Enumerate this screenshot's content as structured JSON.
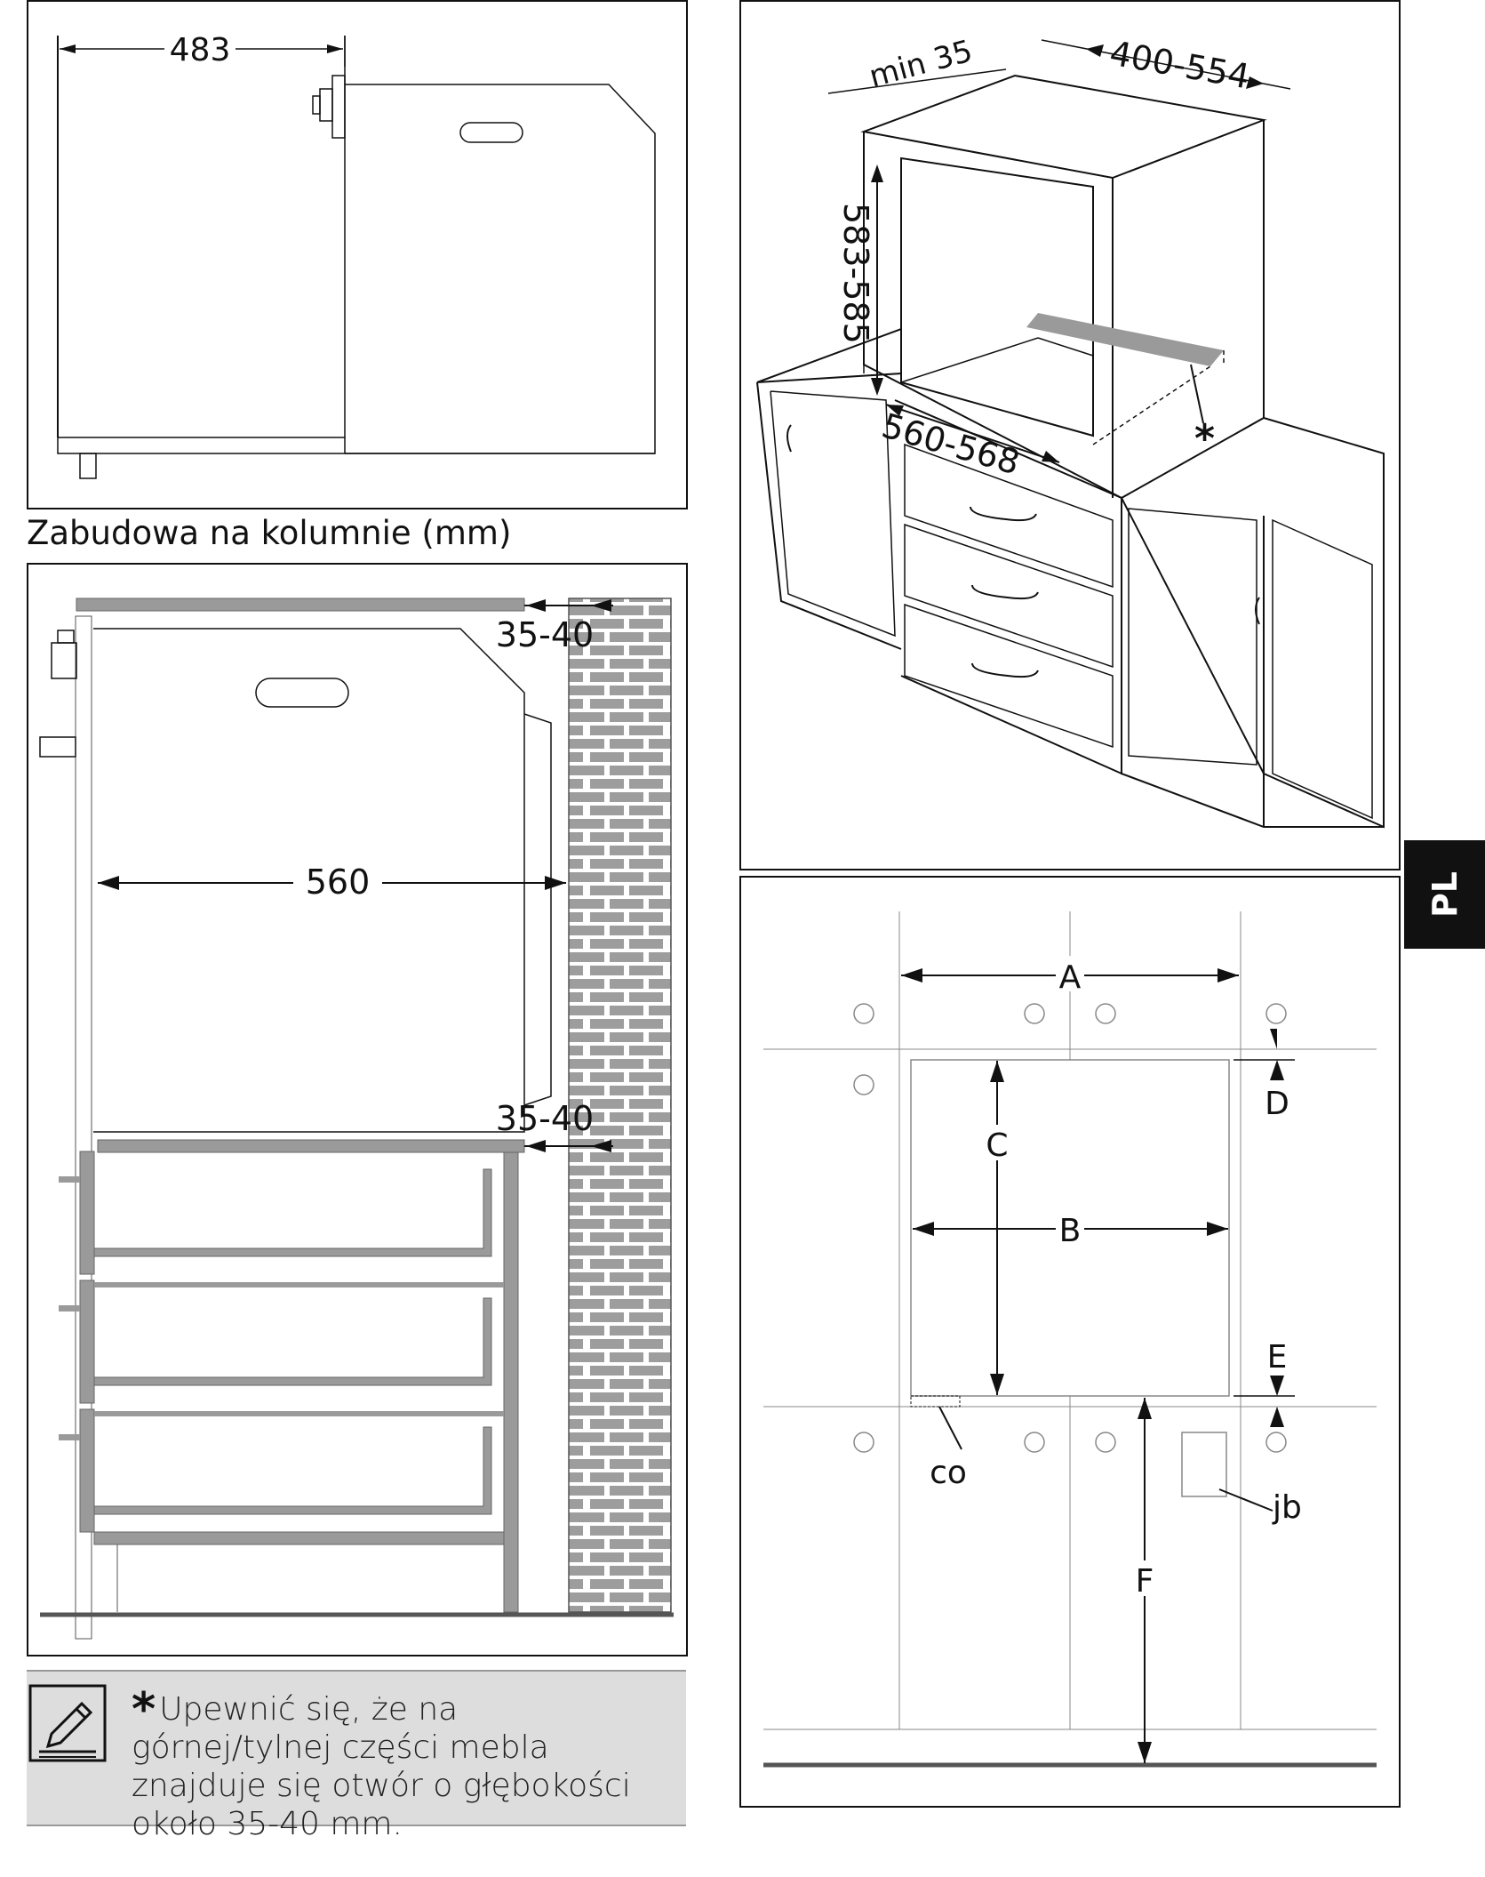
{
  "section_caption": "Zabudowa na kolumnie (mm)",
  "top_left": {
    "dim_width": "483"
  },
  "column_view": {
    "dim_top_gap": "35-40",
    "dim_width": "560",
    "dim_mid_gap": "35-40"
  },
  "iso_view": {
    "dim_min": "min 35",
    "dim_depth": "400-554",
    "dim_height": "583-585",
    "dim_width": "560-568",
    "asterisk": "*"
  },
  "layout_view": {
    "label_a": "A",
    "label_b": "B",
    "label_c": "C",
    "label_d": "D",
    "label_e": "E",
    "label_f": "F",
    "label_co": "co",
    "label_jb": "jb"
  },
  "note": {
    "star": "*",
    "text": "Upewnić się, że na górnej/tylnej części mebla znajduje się otwór o głębokości około 35-40 mm.",
    "icon": "pencil-note-icon"
  },
  "language_tab": "PL",
  "colors": {
    "line": "#111111",
    "gray_shelf": "#9a9a9a",
    "brick": "#9d9d9d",
    "note_bg": "#dddddd"
  }
}
